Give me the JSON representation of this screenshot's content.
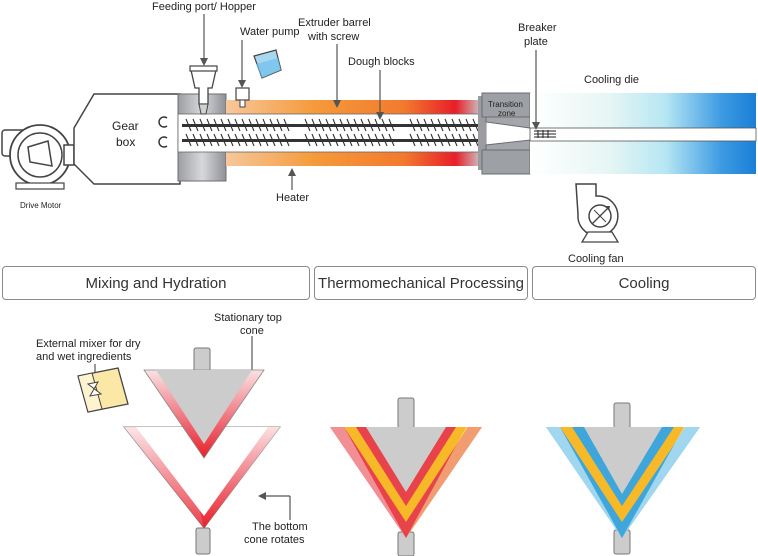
{
  "labels": {
    "hopper": "Feeding port/ Hopper",
    "water_pump": "Water pump",
    "barrel_line1": "Extruder barrel",
    "barrel_line2": "with screw",
    "dough": "Dough blocks",
    "breaker_line1": "Breaker",
    "breaker_line2": "plate",
    "cooling_die": "Cooling die",
    "gear_line1": "Gear",
    "gear_line2": "box",
    "transition_line1": "Transition",
    "transition_line2": "zone",
    "drive_motor": "Drive Motor",
    "heater": "Heater",
    "cooling_fan": "Cooling fan",
    "mixer_line1": "External mixer for dry",
    "mixer_line2": "and wet ingredients",
    "top_cone_line1": "Stationary top",
    "top_cone_line2": "cone",
    "bottom_cone_line1": "The bottom",
    "bottom_cone_line2": "cone rotates"
  },
  "stages": [
    "Mixing and Hydration",
    "Thermomechanical Processing",
    "Cooling"
  ],
  "colors": {
    "heat_red": "#e8202a",
    "heat_orange": "#f59a3a",
    "cool_blue": "#1a7fd6",
    "cool_light": "#cfeff5",
    "layer_yellow": "#f7b928",
    "cone_gray": "#cccccc"
  }
}
